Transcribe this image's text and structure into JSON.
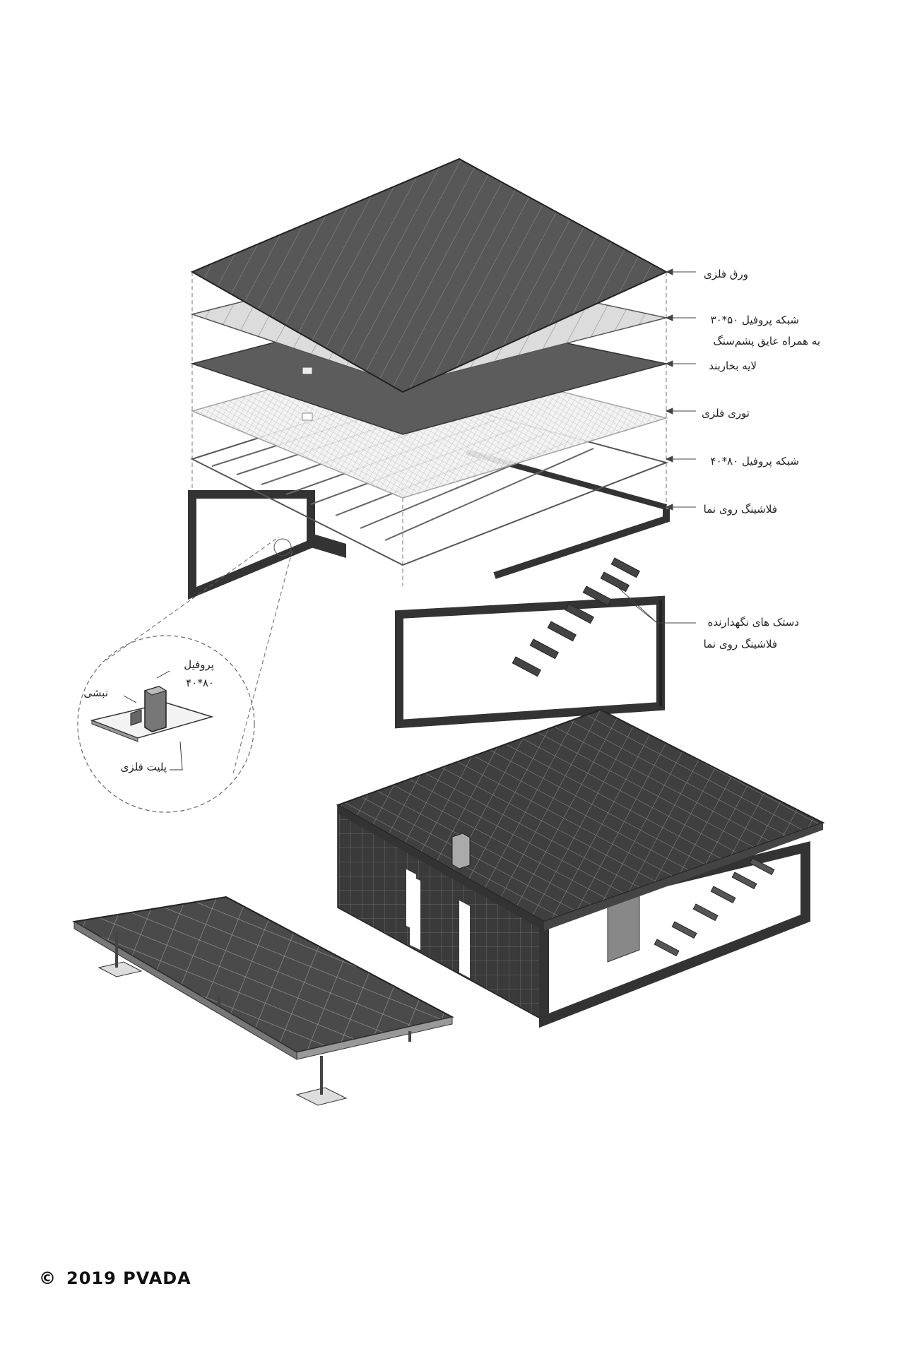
{
  "labels": {
    "metal_sheet": "ورق فلزی",
    "profile_grid_30x50": "شبکه پروفیل ۵۰*۳۰",
    "with_rockwool": "به همراه عایق پشم‌سنگ",
    "vapor_barrier": "لایه بخاربند",
    "metal_mesh": "توری فلزی",
    "profile_grid_40x80": "شبکه پروفیل ۸۰*۴۰",
    "facade_flashing": "فلاشینگ روی نما",
    "flashing_brackets_1": "دستک های نگهدارنده",
    "flashing_brackets_2": "فلاشینگ روی نما"
  },
  "detail": {
    "profile": "پروفیل",
    "profile_size": "۸۰*۴۰",
    "angle": "نبشی",
    "metal_plate": "پلیت فلزی"
  },
  "copyright": {
    "symbol": "©",
    "text": "2019 PVADA"
  },
  "colors": {
    "roof_dark": "#555555",
    "line": "#333333",
    "frame": "#3a3a3a",
    "insulation": "#d9d9d9",
    "vapor": "#5a5a5a"
  }
}
